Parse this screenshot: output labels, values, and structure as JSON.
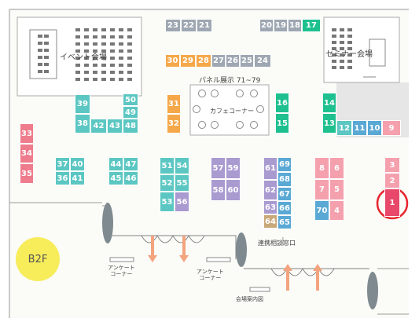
{
  "floor_badge": "B2F",
  "areas": {
    "event_hall": "イベント会場",
    "seminar_hall": "セミナー会場",
    "cafe_corner": "カフェコーナー",
    "panel_exhibit": "パネル展示 71~79",
    "consultation": "連携相談窓口",
    "survey_corner_1": "アンケート\nコーナー",
    "survey_corner_2": "アンケート\nコーナー",
    "venue_guide": "会場案内図"
  },
  "colors": {
    "gray": "#9ea7b2",
    "orange": "#f5a84a",
    "teal": "#5cc7c2",
    "green": "#1ec08f",
    "pink": "#f5a0ad",
    "red": "#ee7c8c",
    "purple": "#a99ad0",
    "blue": "#5aa8d4",
    "brown": "#c9a87a",
    "highlight": "#e8486a",
    "circle": "#e8242e",
    "badge": "#f7ec5a",
    "arrow": "#f3a47e"
  },
  "booths": [
    {
      "n": "23",
      "c": "gray"
    },
    {
      "n": "22",
      "c": "gray"
    },
    {
      "n": "21",
      "c": "gray"
    },
    {
      "n": "20",
      "c": "gray"
    },
    {
      "n": "19",
      "c": "gray"
    },
    {
      "n": "18",
      "c": "gray"
    },
    {
      "n": "17",
      "c": "green"
    },
    {
      "n": "30",
      "c": "orange"
    },
    {
      "n": "29",
      "c": "orange"
    },
    {
      "n": "28",
      "c": "orange"
    },
    {
      "n": "27",
      "c": "gray"
    },
    {
      "n": "26",
      "c": "gray"
    },
    {
      "n": "25",
      "c": "gray"
    },
    {
      "n": "24",
      "c": "gray"
    },
    {
      "n": "39",
      "c": "teal"
    },
    {
      "n": "38",
      "c": "teal"
    },
    {
      "n": "42",
      "c": "teal"
    },
    {
      "n": "43",
      "c": "teal"
    },
    {
      "n": "48",
      "c": "teal"
    },
    {
      "n": "49",
      "c": "teal"
    },
    {
      "n": "50",
      "c": "teal"
    },
    {
      "n": "31",
      "c": "orange"
    },
    {
      "n": "32",
      "c": "orange"
    },
    {
      "n": "16",
      "c": "green"
    },
    {
      "n": "15",
      "c": "green"
    },
    {
      "n": "14",
      "c": "green"
    },
    {
      "n": "13",
      "c": "green"
    },
    {
      "n": "12",
      "c": "teal"
    },
    {
      "n": "11",
      "c": "blue"
    },
    {
      "n": "10",
      "c": "blue"
    },
    {
      "n": "9",
      "c": "pink"
    },
    {
      "n": "33",
      "c": "red"
    },
    {
      "n": "34",
      "c": "red"
    },
    {
      "n": "35",
      "c": "red"
    },
    {
      "n": "37",
      "c": "teal"
    },
    {
      "n": "40",
      "c": "teal"
    },
    {
      "n": "36",
      "c": "teal"
    },
    {
      "n": "41",
      "c": "teal"
    },
    {
      "n": "44",
      "c": "teal"
    },
    {
      "n": "47",
      "c": "teal"
    },
    {
      "n": "45",
      "c": "teal"
    },
    {
      "n": "46",
      "c": "teal"
    },
    {
      "n": "51",
      "c": "teal"
    },
    {
      "n": "54",
      "c": "teal"
    },
    {
      "n": "52",
      "c": "teal"
    },
    {
      "n": "55",
      "c": "teal"
    },
    {
      "n": "53",
      "c": "teal"
    },
    {
      "n": "56",
      "c": "purple"
    },
    {
      "n": "57",
      "c": "purple"
    },
    {
      "n": "59",
      "c": "purple"
    },
    {
      "n": "58",
      "c": "purple"
    },
    {
      "n": "60",
      "c": "purple"
    },
    {
      "n": "61",
      "c": "purple"
    },
    {
      "n": "69",
      "c": "blue"
    },
    {
      "n": "68",
      "c": "blue"
    },
    {
      "n": "62",
      "c": "purple"
    },
    {
      "n": "67",
      "c": "blue"
    },
    {
      "n": "63",
      "c": "purple"
    },
    {
      "n": "66",
      "c": "blue"
    },
    {
      "n": "64",
      "c": "brown"
    },
    {
      "n": "65",
      "c": "blue"
    },
    {
      "n": "8",
      "c": "pink"
    },
    {
      "n": "6",
      "c": "pink"
    },
    {
      "n": "7",
      "c": "pink"
    },
    {
      "n": "5",
      "c": "pink"
    },
    {
      "n": "70",
      "c": "blue"
    },
    {
      "n": "4",
      "c": "pink"
    },
    {
      "n": "3",
      "c": "pink"
    },
    {
      "n": "2",
      "c": "pink"
    },
    {
      "n": "1",
      "c": "highlight"
    }
  ]
}
